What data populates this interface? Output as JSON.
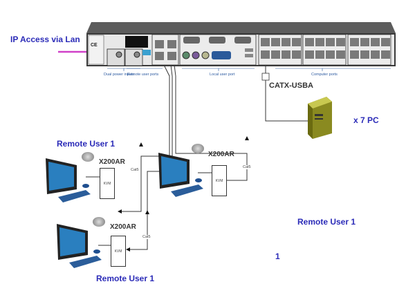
{
  "diagram": {
    "ip_access_label": "IP Access via Lan",
    "device": {
      "port_groups": [
        {
          "label": "Dual power inputs"
        },
        {
          "label": "Remote user ports"
        },
        {
          "label": "Local user port"
        },
        {
          "label": "Computer ports"
        }
      ],
      "ce_mark": "CE"
    },
    "adapter_label": "CATX-USBA",
    "pc_label": "x 7 PC",
    "cable_label": "Cat5",
    "kvm_label": "KVM",
    "remote_units": [
      {
        "title": "Remote User 1",
        "model": "X200AR"
      },
      {
        "title": "",
        "model": "X200AR"
      },
      {
        "title": "Remote User 1",
        "model": "X200AR"
      }
    ],
    "floating_labels": {
      "remote_user_right": "Remote User 1",
      "number": "1"
    }
  },
  "colors": {
    "title_blue": "#2b2bb8",
    "lan_line": "#d040c8",
    "chassis": "#5a5a5a",
    "port_label_blue": "#2c5aa0"
  }
}
